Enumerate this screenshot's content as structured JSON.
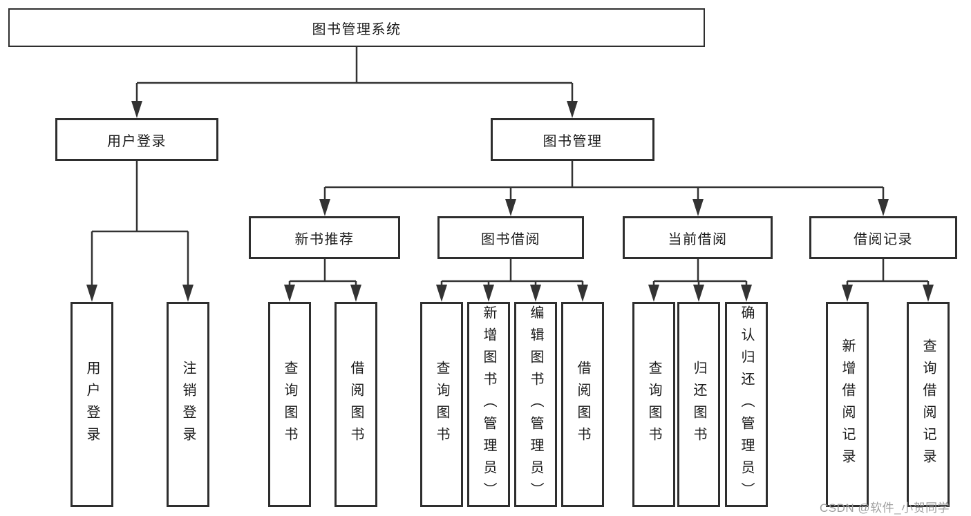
{
  "diagram": {
    "root": {
      "label": "图书管理系统"
    },
    "branches": [
      {
        "label": "用户登录",
        "children": [
          {
            "label": "用户登录"
          },
          {
            "label": "注销登录"
          }
        ]
      },
      {
        "label": "图书管理",
        "children": [
          {
            "label": "新书推荐",
            "children": [
              {
                "label": "查询图书"
              },
              {
                "label": "借阅图书"
              }
            ]
          },
          {
            "label": "图书借阅",
            "children": [
              {
                "label": "查询图书"
              },
              {
                "label": "新增图书（管理员）"
              },
              {
                "label": "编辑图书（管理员）"
              },
              {
                "label": "借阅图书"
              }
            ]
          },
          {
            "label": "当前借阅",
            "children": [
              {
                "label": "查询图书"
              },
              {
                "label": "归还图书"
              },
              {
                "label": "确认归还（管理员）"
              }
            ]
          },
          {
            "label": "借阅记录",
            "children": [
              {
                "label": "新增借阅记录"
              },
              {
                "label": "查询借阅记录"
              }
            ]
          }
        ]
      }
    ]
  },
  "watermark": "CSDN @软件_小贺同学",
  "colors": {
    "line": "#333333",
    "box_border": "#2e2e2e",
    "text": "#1b1b1b",
    "watermark": "#9f9f9f",
    "background": "#ffffff"
  }
}
